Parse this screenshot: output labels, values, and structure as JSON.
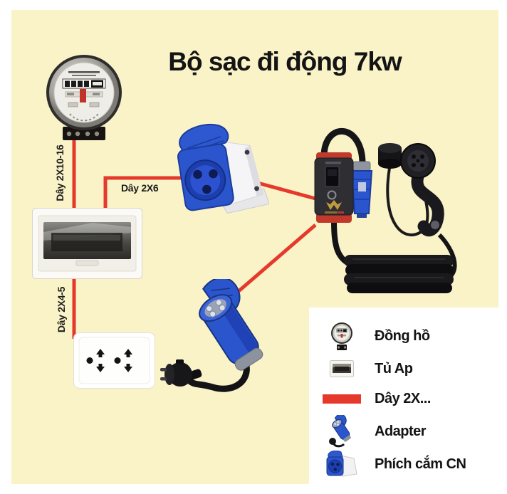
{
  "title": "Bộ sạc đi động 7kw",
  "wires": {
    "meter_to_breaker": "Dây 2X10-16",
    "breaker_to_socket": "Dây 2X6",
    "breaker_to_outlet": "Dây 2X4-5"
  },
  "legend": {
    "items": [
      {
        "icon": "meter-icon",
        "label": "Đồng hồ"
      },
      {
        "icon": "breaker-panel-icon",
        "label": "Tủ Ap"
      },
      {
        "icon": "wire-line-icon",
        "label": "Dây 2X..."
      },
      {
        "icon": "adapter-icon",
        "label": "Adapter"
      },
      {
        "icon": "industrial-socket-icon",
        "label": "Phích cắm CN"
      }
    ]
  },
  "colors": {
    "background": "#FAF3C8",
    "wire_red": "#E5392C",
    "industrial_blue": "#2B55CC",
    "charger_accent_red": "#C0392B",
    "text": "#141414"
  }
}
